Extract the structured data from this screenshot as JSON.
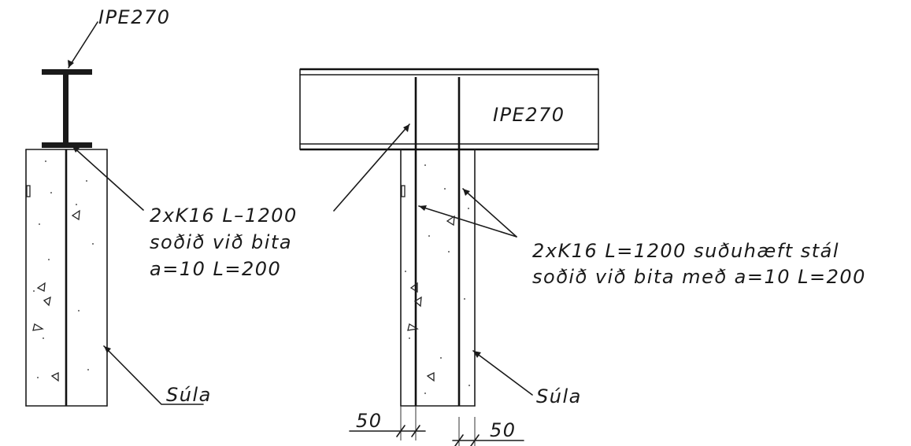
{
  "labels": {
    "beam_left": "IPE270",
    "beam_right": "IPE270",
    "rebar_left_line1": "2xK16 L–1200",
    "rebar_left_line2": "soðið við bita",
    "rebar_left_line3": "a=10 L=200",
    "rebar_right_line1": "2xK16 L=1200 suðuhæft stál",
    "rebar_right_line2": "soðið við bita með a=10 L=200",
    "column_left": "Súla",
    "column_right": "Súla",
    "dim_left": "50",
    "dim_right": "50"
  }
}
